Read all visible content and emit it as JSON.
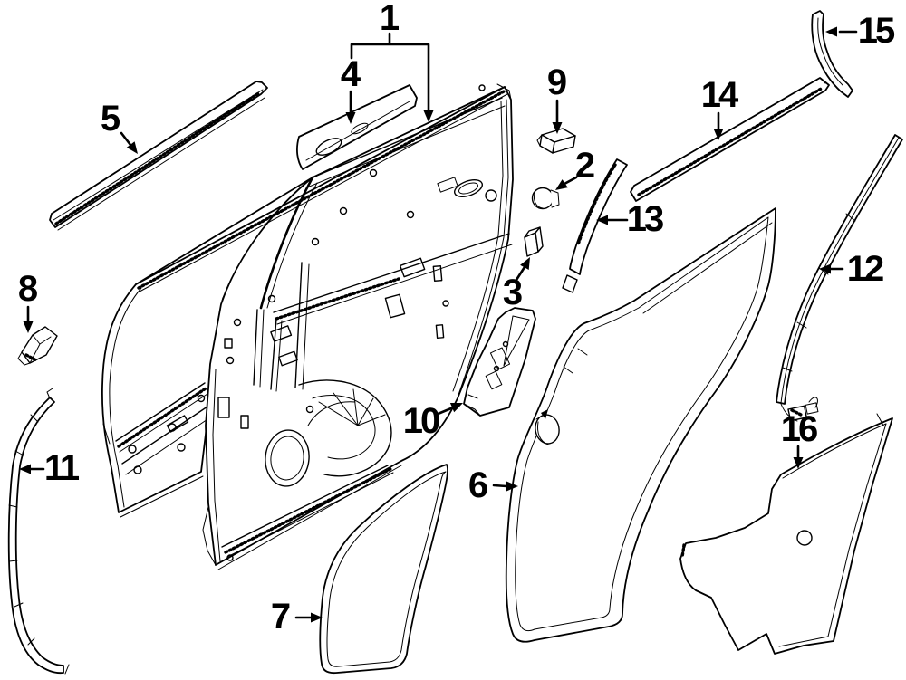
{
  "figure": {
    "background_color": "#ffffff",
    "line_color": "#000000",
    "callouts": [
      {
        "label": "1"
      },
      {
        "label": "2"
      },
      {
        "label": "3"
      },
      {
        "label": "4"
      },
      {
        "label": "5"
      },
      {
        "label": "6"
      },
      {
        "label": "7"
      },
      {
        "label": "8"
      },
      {
        "label": "9"
      },
      {
        "label": "10"
      },
      {
        "label": "11"
      },
      {
        "label": "12"
      },
      {
        "label": "13"
      },
      {
        "label": "14"
      },
      {
        "label": "15"
      },
      {
        "label": "16"
      }
    ]
  }
}
